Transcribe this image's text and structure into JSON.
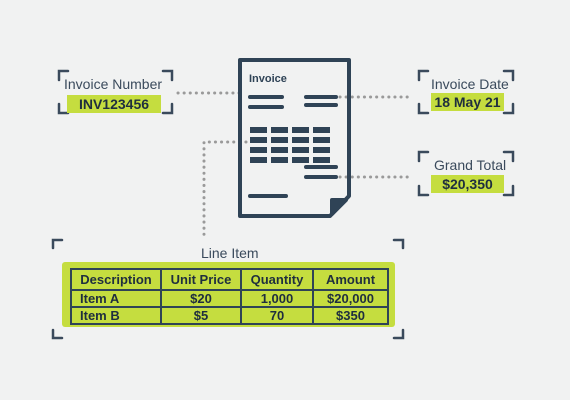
{
  "document": {
    "title": "Invoice"
  },
  "fields": {
    "invoice_number": {
      "label": "Invoice Number",
      "value": "INV123456"
    },
    "invoice_date": {
      "label": "Invoice Date",
      "value": "18 May 21"
    },
    "grand_total": {
      "label": "Grand Total",
      "value": "$20,350"
    },
    "line_item": {
      "label": "Line Item"
    }
  },
  "line_items": {
    "headers": [
      "Description",
      "Unit Price",
      "Quantity",
      "Amount"
    ],
    "rows": [
      [
        "Item A",
        "$20",
        "1,000",
        "$20,000"
      ],
      [
        "Item B",
        "$5",
        "70",
        "$350"
      ]
    ]
  },
  "colors": {
    "ink": "#2f4356",
    "accent": "#c5dd3f",
    "bracket": "#3a4a5c",
    "dots": "#9a9a9a",
    "background": "#f1f2f2"
  }
}
